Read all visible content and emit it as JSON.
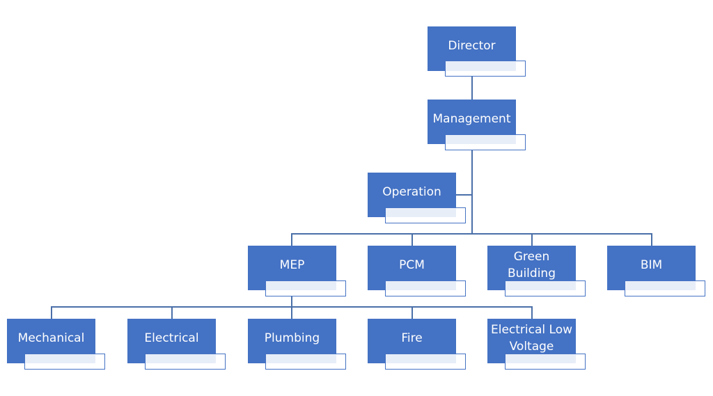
{
  "diagram": {
    "type": "org-chart",
    "colors": {
      "node_fill": "#4472c4",
      "node_text": "#ffffff",
      "connector": "#4a6fa8",
      "subtitle_border": "#4472c4"
    },
    "nodes": [
      {
        "id": "director",
        "label": "Director",
        "parent": null,
        "subtitle": ""
      },
      {
        "id": "management",
        "label": "Management",
        "parent": "director",
        "subtitle": ""
      },
      {
        "id": "operation",
        "label": "Operation",
        "parent": "management",
        "role": "assistant",
        "subtitle": ""
      },
      {
        "id": "mep",
        "label": "MEP",
        "parent": "management",
        "subtitle": ""
      },
      {
        "id": "pcm",
        "label": "PCM",
        "parent": "management",
        "subtitle": ""
      },
      {
        "id": "green_building",
        "label": "Green Building",
        "parent": "management",
        "subtitle": ""
      },
      {
        "id": "bim",
        "label": "BIM",
        "parent": "management",
        "subtitle": ""
      },
      {
        "id": "mechanical",
        "label": "Mechanical",
        "parent": "mep",
        "subtitle": ""
      },
      {
        "id": "electrical",
        "label": "Electrical",
        "parent": "mep",
        "subtitle": ""
      },
      {
        "id": "plumbing",
        "label": "Plumbing",
        "parent": "mep",
        "subtitle": ""
      },
      {
        "id": "fire",
        "label": "Fire",
        "parent": "mep",
        "subtitle": ""
      },
      {
        "id": "electrical_low_voltage",
        "label": "Electrical Low Voltage",
        "parent": "mep",
        "subtitle": ""
      }
    ]
  }
}
